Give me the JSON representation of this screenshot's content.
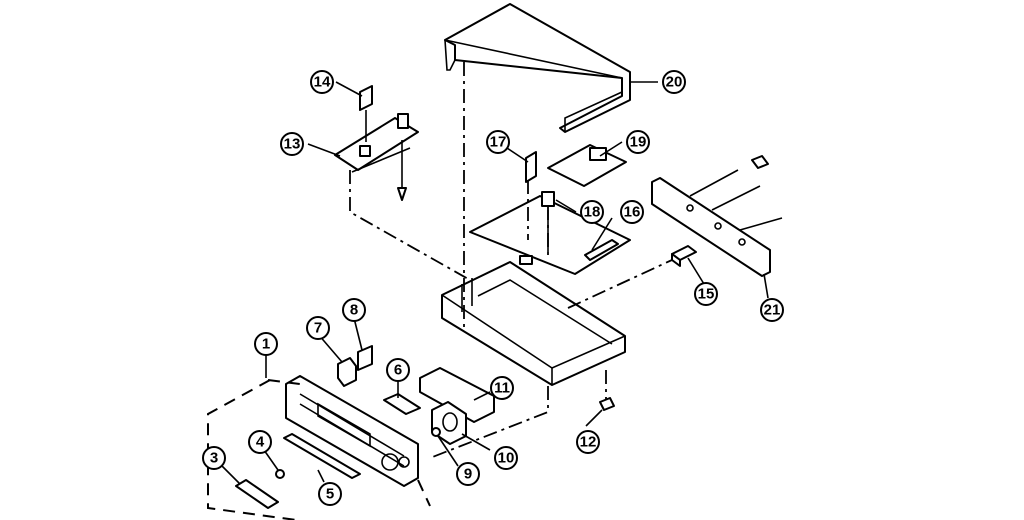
{
  "callouts": [
    {
      "id": "1",
      "label": "1"
    },
    {
      "id": "3",
      "label": "3"
    },
    {
      "id": "4",
      "label": "4"
    },
    {
      "id": "5",
      "label": "5"
    },
    {
      "id": "6",
      "label": "6"
    },
    {
      "id": "7",
      "label": "7"
    },
    {
      "id": "8",
      "label": "8"
    },
    {
      "id": "9",
      "label": "9"
    },
    {
      "id": "10",
      "label": "10"
    },
    {
      "id": "11",
      "label": "11"
    },
    {
      "id": "12",
      "label": "12"
    },
    {
      "id": "13",
      "label": "13"
    },
    {
      "id": "14",
      "label": "14"
    },
    {
      "id": "15",
      "label": "15"
    },
    {
      "id": "16",
      "label": "16"
    },
    {
      "id": "17",
      "label": "17"
    },
    {
      "id": "18",
      "label": "18"
    },
    {
      "id": "19",
      "label": "19"
    },
    {
      "id": "20",
      "label": "20"
    },
    {
      "id": "21",
      "label": "21"
    }
  ]
}
